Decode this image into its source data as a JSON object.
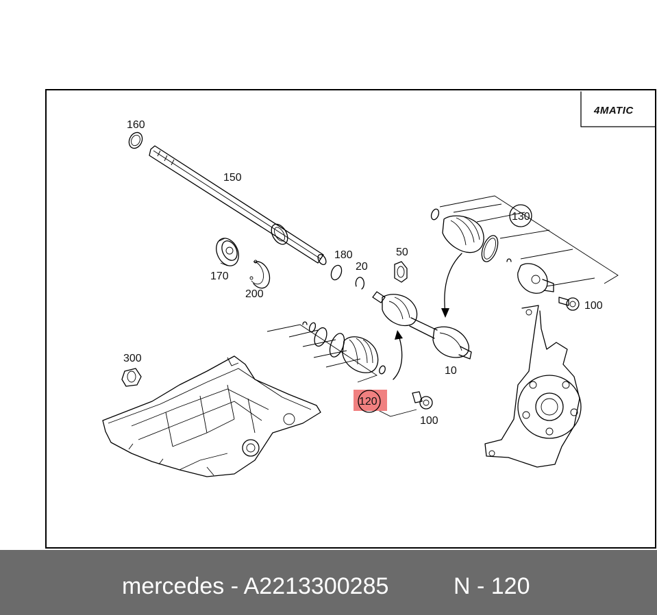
{
  "diagram": {
    "badge": "4MATIC",
    "highlight_color": "#f08080",
    "labels": {
      "p160": "160",
      "p150": "150",
      "p170": "170",
      "p200": "200",
      "p180": "180",
      "p20": "20",
      "p50": "50",
      "p130": "130",
      "p100a": "100",
      "p10": "10",
      "p300": "300",
      "p120": "120",
      "p100b": "100"
    }
  },
  "footer": {
    "text": "mercedes - A2213300285",
    "ref": "N - 120"
  }
}
